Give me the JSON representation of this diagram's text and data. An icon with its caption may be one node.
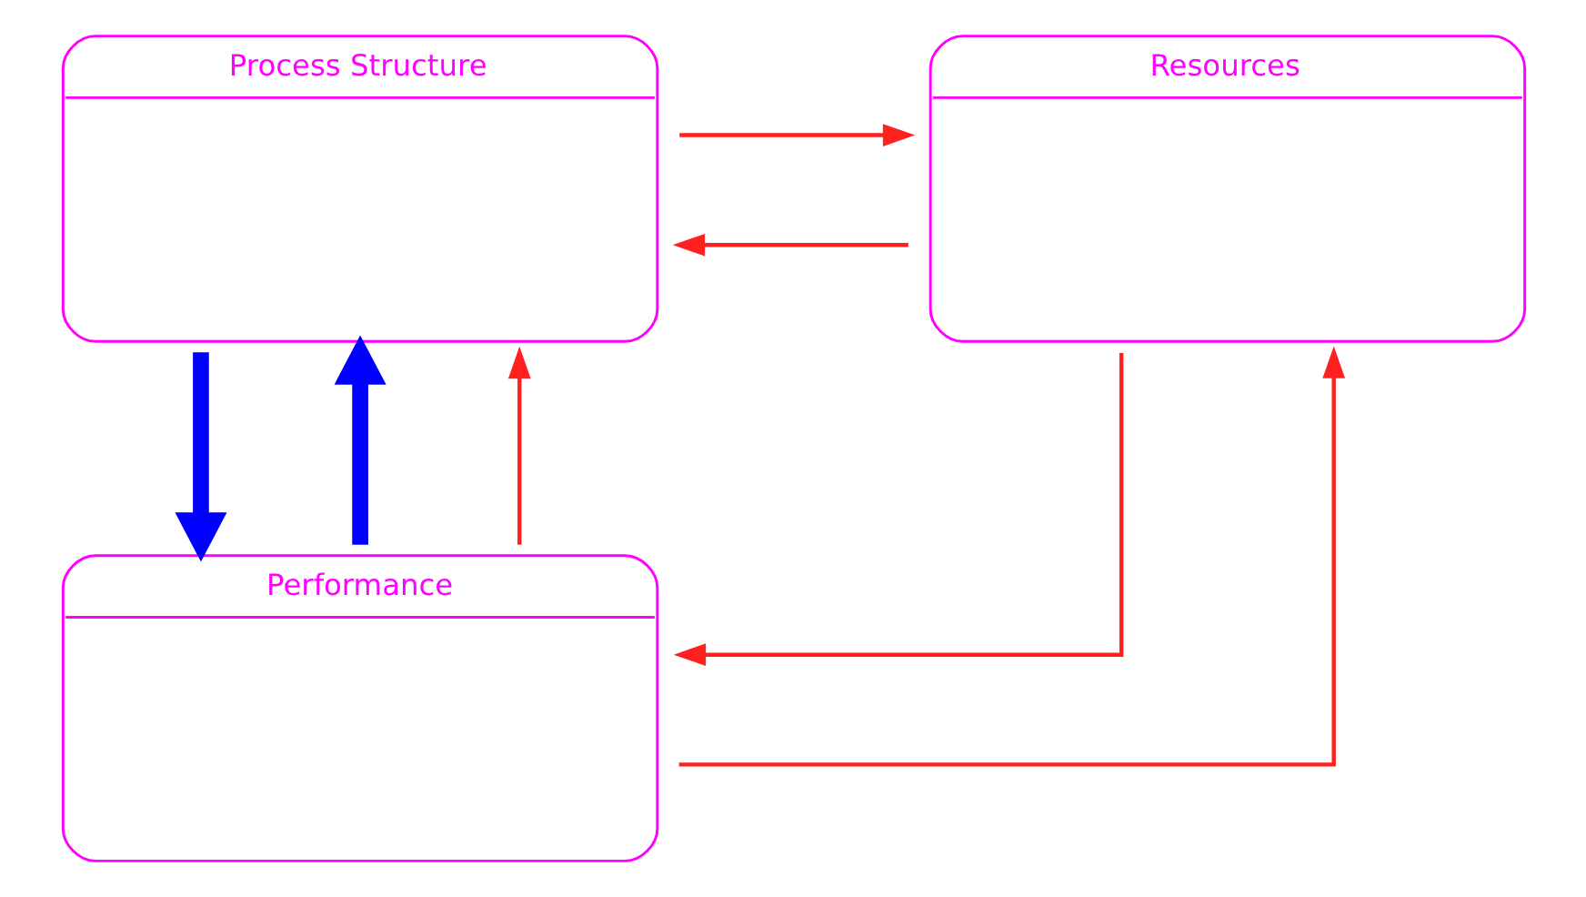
{
  "diagram": {
    "nodes": [
      {
        "text": [
          "Process Structure"
        ]
      },
      {
        "text": [
          "Resources"
        ]
      },
      {
        "text": [
          "Performance"
        ]
      }
    ],
    "edges": [
      {
        "from": 1,
        "to": 0,
        "arrow": "to"
      },
      {
        "from": 0,
        "to": 1,
        "arrow": "to"
      },
      {
        "from": 0,
        "to": 2,
        "arrow": "to",
        "style": "thick",
        "color": "#0000ff"
      },
      {
        "from": 1,
        "to": 2,
        "arrow": "to"
      },
      {
        "from": 2,
        "to": 0,
        "arrow": "to",
        "style": "thick",
        "color": "#0000ff"
      },
      {
        "from": 2,
        "to": 0,
        "arrow": "to"
      },
      {
        "from": 2,
        "to": 1,
        "arrow": "to"
      }
    ]
  }
}
